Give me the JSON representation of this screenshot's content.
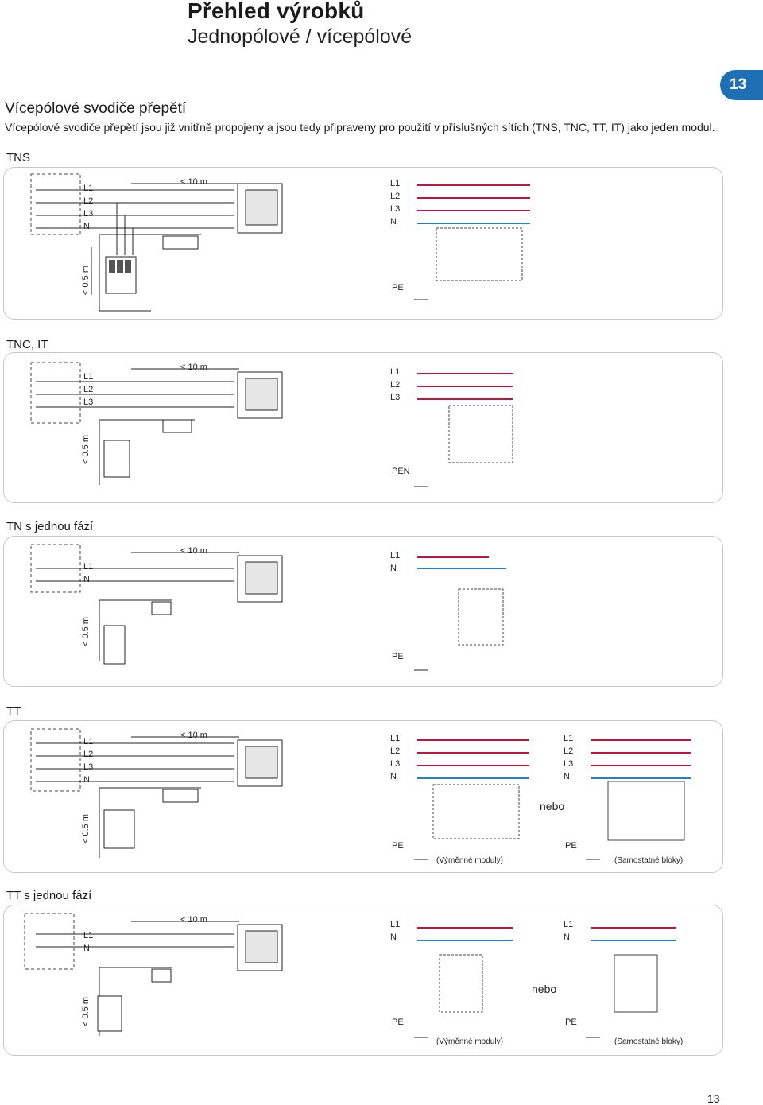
{
  "header": {
    "title": "Přehled výrobků",
    "subtitle": "Jednopólové / vícepólové",
    "chapter_number": "13"
  },
  "intro": {
    "heading": "Vícepólové svodiče přepětí",
    "text": "Vícepólové svodiče přepětí jsou již vnitřně propojeny a jsou tedy připraveny pro použití v příslušných sítích (TNS, TNC, TT, IT) jako jeden modul."
  },
  "diagrams": [
    {
      "label": "TNS",
      "left_lines": [
        "L1",
        "L2",
        "L3",
        "N"
      ],
      "right_lines": [
        "L1",
        "L2",
        "L3",
        "N"
      ],
      "distance_top": "< 10 m",
      "distance_side": "< 0.5 m",
      "ground_label": "PE"
    },
    {
      "label": "TNC, IT",
      "left_lines": [
        "L1",
        "L2",
        "L3"
      ],
      "right_lines": [
        "L1",
        "L2",
        "L3"
      ],
      "distance_top": "< 10 m",
      "distance_side": "< 0.5 m",
      "ground_label": "PEN"
    },
    {
      "label": "TN s jednou fází",
      "left_lines": [
        "L1",
        "N"
      ],
      "right_lines": [
        "L1",
        "N"
      ],
      "distance_top": "< 10 m",
      "distance_side": "< 0.5 m",
      "ground_label": "PE"
    },
    {
      "label": "TT",
      "left_lines": [
        "L1",
        "L2",
        "L3",
        "N"
      ],
      "right_lines": [
        "L1",
        "L2",
        "L3",
        "N"
      ],
      "right2_lines": [
        "L1",
        "L2",
        "L3",
        "N"
      ],
      "distance_top": "< 10 m",
      "distance_side": "< 0.5 m",
      "ground_label": "PE",
      "ground_label2": "PE",
      "or_text": "nebo",
      "caption1": "(Výměnné moduly)",
      "caption2": "(Samostatné bloky)"
    },
    {
      "label": "TT s jednou fází",
      "left_lines": [
        "L1",
        "N"
      ],
      "right_lines": [
        "L1",
        "N"
      ],
      "right2_lines": [
        "L1",
        "N"
      ],
      "distance_top": "< 10 m",
      "distance_side": "< 0.5 m",
      "ground_label": "PE",
      "ground_label2": "PE",
      "or_text": "nebo",
      "caption1": "(Výměnné moduly)",
      "caption2": "(Samostatné bloky)"
    }
  ],
  "footer": {
    "page_number": "13"
  },
  "colors": {
    "phase": "#c0143c",
    "neutral": "#2a7fc4",
    "accent": "#1f6fb4"
  }
}
